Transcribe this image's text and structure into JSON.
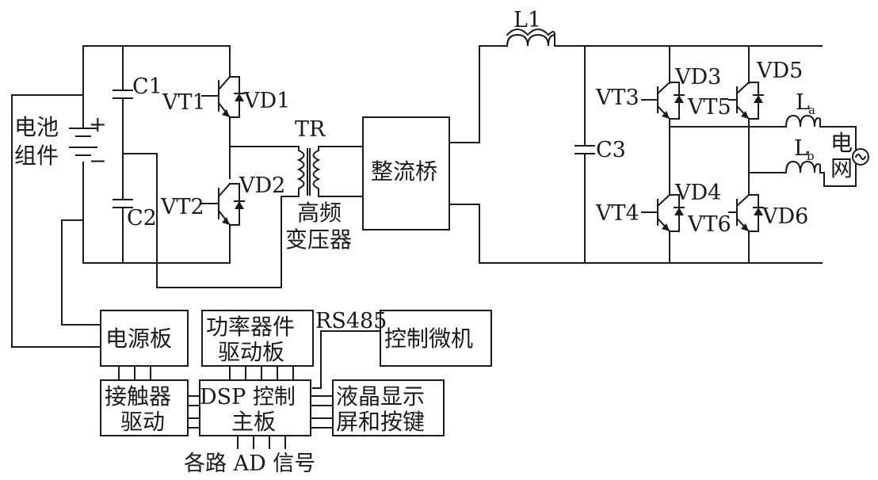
{
  "battery": {
    "line1": "电池",
    "line2": "组件",
    "plus": "+",
    "minus": "−"
  },
  "components": {
    "C1": "C1",
    "C2": "C2",
    "C3": "C3",
    "VT1": "VT1",
    "VT2": "VT2",
    "VT3": "VT3",
    "VT4": "VT4",
    "VT5": "VT5",
    "VT6": "VT6",
    "VD1": "VD1",
    "VD2": "VD2",
    "VD3": "VD3",
    "VD4": "VD4",
    "VD5": "VD5",
    "VD6": "VD6",
    "L1": "L1",
    "L": "L",
    "La_sub": "a",
    "Lb_sub": "b",
    "TR": "TR"
  },
  "transformer": {
    "line1": "高频",
    "line2": "变压器"
  },
  "rectifier": {
    "label": "整流桥"
  },
  "grid": {
    "line1": "电",
    "line2": "网"
  },
  "blocks": {
    "power_board": "电源板",
    "driver_board": {
      "line1": "功率器件",
      "line2": "驱动板"
    },
    "rs485": "RS485",
    "micro": "控制微机",
    "contactor": {
      "line1": "接触器",
      "line2": "驱动"
    },
    "dsp": {
      "line1": "DSP 控制",
      "line2": "主板"
    },
    "lcd": {
      "line1": "液晶显示",
      "line2": "屏和按键"
    },
    "ad_signals": "各路 AD 信号"
  }
}
